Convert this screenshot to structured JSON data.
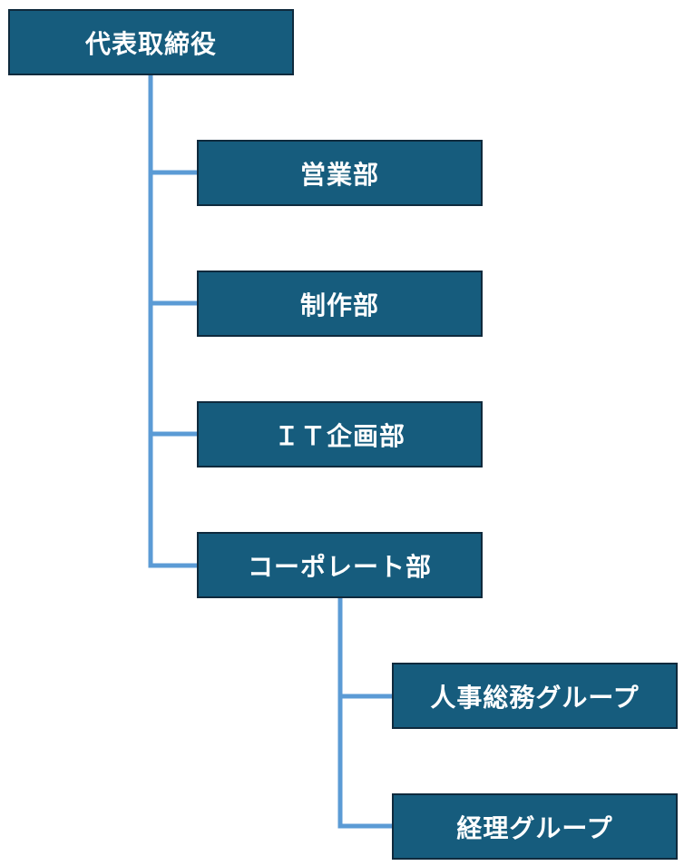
{
  "org_chart": {
    "root": {
      "label": "代表取締役"
    },
    "departments": [
      {
        "label": "営業部"
      },
      {
        "label": "制作部"
      },
      {
        "label": "ＩＴ企画部"
      },
      {
        "label": "コーポレート部"
      }
    ],
    "corporate_groups": [
      {
        "label": "人事総務グループ"
      },
      {
        "label": "経理グループ"
      }
    ]
  },
  "colors": {
    "box_fill": "#165C7D",
    "box_border": "#0F2A3D",
    "connector": "#5B9BD5",
    "text": "#FFFFFF"
  }
}
